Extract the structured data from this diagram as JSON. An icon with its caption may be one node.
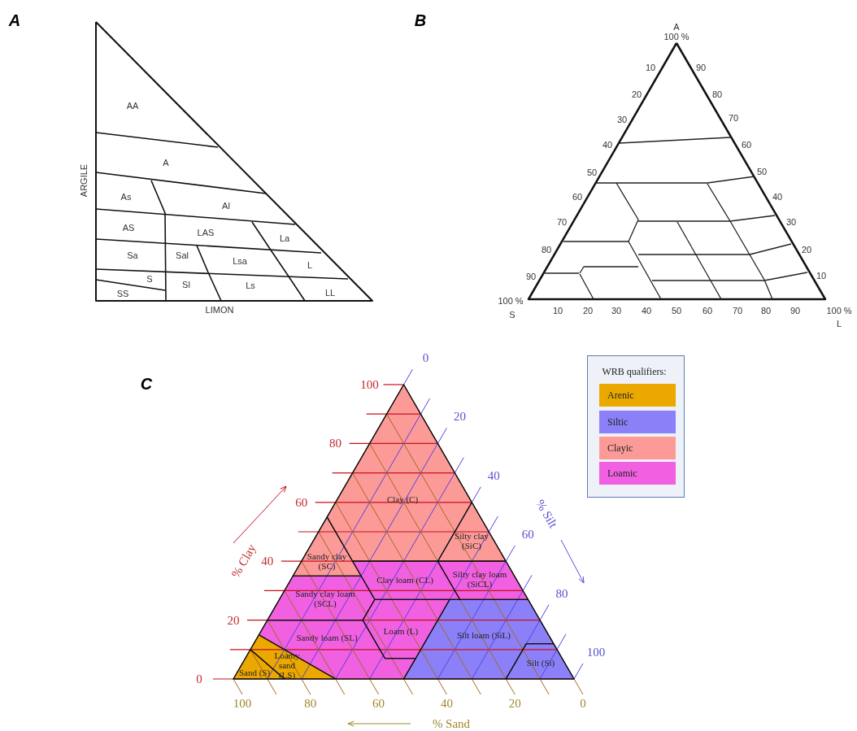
{
  "diagram": {
    "labels": [
      "A",
      "AA",
      "A",
      "As",
      "Al",
      "AS",
      "LAS",
      "La",
      "Sa",
      "Sal",
      "Lsa",
      "L",
      "S",
      "Sl",
      "Ls",
      "SS",
      "LL",
      "ARGILE",
      "LIMON",
      "B",
      "A",
      "100 %",
      "10",
      "20",
      "30",
      "40",
      "50",
      "60",
      "70",
      "80",
      "90",
      "100 %",
      "S",
      "90",
      "80",
      "70",
      "60",
      "50",
      "40",
      "30",
      "20",
      "10",
      "100 %",
      "L",
      "10",
      "20",
      "30",
      "40",
      "50",
      "60",
      "70",
      "80",
      "90",
      "C",
      "100",
      "80",
      "60",
      "40",
      "20",
      "0",
      "0",
      "20",
      "40",
      "60",
      "80",
      "100",
      "100",
      "80",
      "60",
      "40",
      "20",
      "0",
      "% Clay",
      "% Silt",
      "% Sand",
      "Clay (C)",
      "Silty clay (SiC)",
      "Sandy clay (SC)",
      "Clay loam (CL)",
      "Silty clay loam (SiCL)",
      "Sandy clay loam (SCL)",
      "Sandy loam (SL)",
      "Loam (L)",
      "Silt loam (SiL)",
      "Loamy sand (LS)",
      "Sand (S)",
      "Silt (Si)",
      "WRB qualifiers:"
    ],
    "legend": [
      {
        "text": "Arenic",
        "color": "#eaa800"
      },
      {
        "text": "Siltic",
        "color": "#8c80f8"
      },
      {
        "text": "Clayic",
        "color": "#fc9a98"
      },
      {
        "text": "Loamic",
        "color": "#f060e0"
      }
    ]
  }
}
